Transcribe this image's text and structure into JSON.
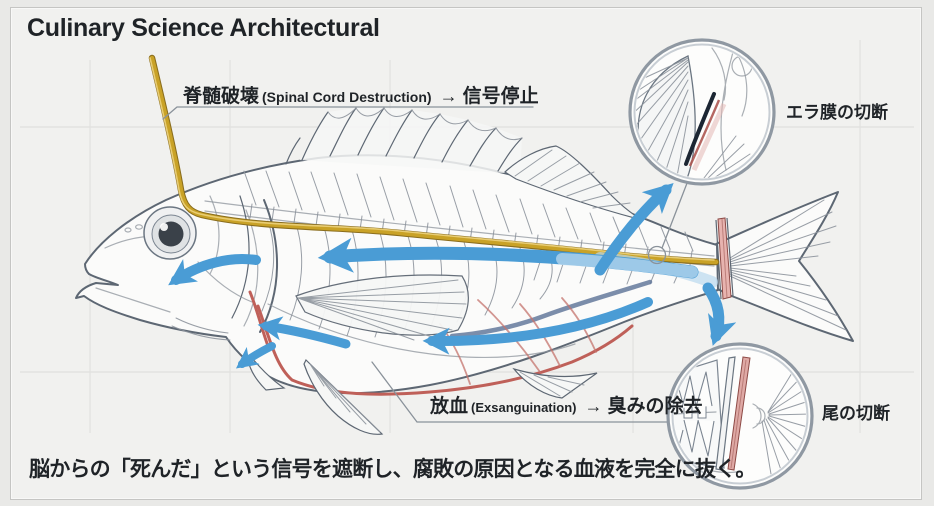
{
  "title": "Culinary Science Architectural",
  "callouts": {
    "spinal": {
      "jp": "脊髄破壊",
      "en": "(Spinal Cord Destruction)",
      "arrow": "→",
      "result": "信号停止"
    },
    "bleed": {
      "jp": "放血",
      "en": "(Exsanguination)",
      "arrow": "→",
      "result": "臭みの除去"
    }
  },
  "insets": {
    "gill": {
      "label": "エラ膜の切断"
    },
    "tail": {
      "label": "尾の切断"
    }
  },
  "footnote": "脳からの「死んだ」という信号を遮断し、腐敗の原因となる血液を完全に抜く。",
  "colors": {
    "ink": "#1f2327",
    "line": "#5d6773",
    "line-soft": "#8d949c",
    "gold": "#c9a227",
    "gold-dark": "#8a6d1d",
    "gold-light": "#ecd27c",
    "arrow-blue": "#4a9cd5",
    "arrow-blue-light": "#b9d8ee",
    "vessel-red": "#bf6059",
    "cut-pink": "#e7b3af",
    "cut-navy": "#1c2633",
    "vein-blue": "#64799b",
    "rim-gray": "#8f98a2",
    "leader-gray": "#8a929a",
    "bg": "#e9e9e7",
    "card-bg": "#f1f1ef",
    "grid": "#e0e0de"
  }
}
